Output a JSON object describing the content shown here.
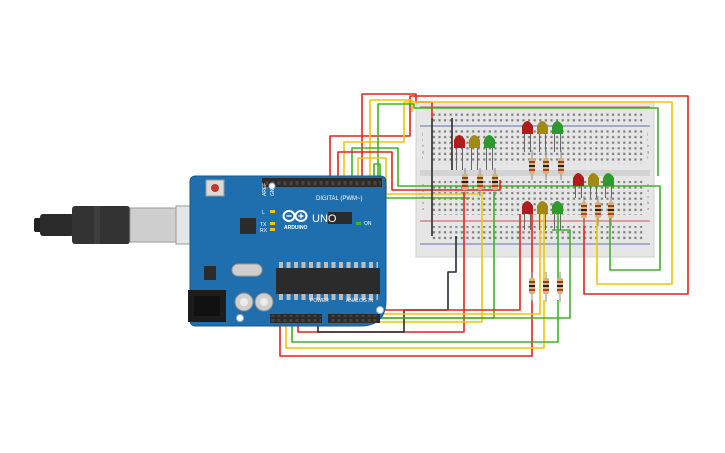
{
  "board": {
    "brand": "ARDUINO",
    "model": "UNO",
    "digital_label": "DIGITAL (PWM~)",
    "power_label": "POWER",
    "analog_label": "ANALOG IN",
    "on_label": "ON",
    "tx_label": "TX",
    "rx_label": "RX",
    "l_label": "L",
    "aref_label": "AREF",
    "gnd_label": "GND"
  },
  "colors": {
    "wire_red": "#e0251b",
    "wire_yellow": "#f2c500",
    "wire_green": "#3cb521",
    "wire_black": "#2b2b2b",
    "board_blue": "#1f6fae",
    "led_red": "#b01c1c",
    "led_yellow": "#a08a14",
    "led_green": "#2c9a2c"
  },
  "icons": [
    "usb-cable-icon",
    "arduino-logo-icon",
    "reset-button-icon",
    "dc-jack-icon"
  ]
}
